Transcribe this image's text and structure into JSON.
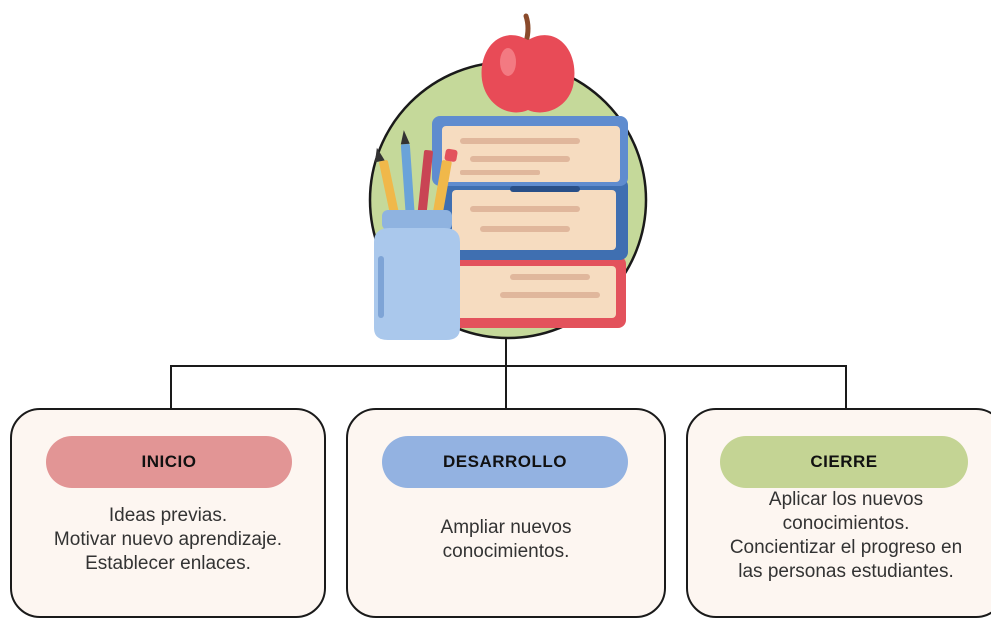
{
  "colors": {
    "inicio": "#e29595",
    "desarrollo": "#93b2e1",
    "cierre": "#c4d494",
    "card_bg": "#fdf6f1",
    "circle": "#c5d99a"
  },
  "cards": [
    {
      "title": "INICIO",
      "lines": [
        "Ideas previas.",
        "Motivar nuevo aprendizaje.",
        "Establecer enlaces."
      ]
    },
    {
      "title": "DESARROLLO",
      "lines": [
        "Ampliar nuevos",
        "conocimientos."
      ]
    },
    {
      "title": "CIERRE",
      "lines": [
        "Aplicar los nuevos",
        "conocimientos.",
        "Concientizar el progreso en",
        "las personas estudiantes."
      ]
    }
  ],
  "illustration": {
    "icon": "apple-books-pencils-icon"
  }
}
